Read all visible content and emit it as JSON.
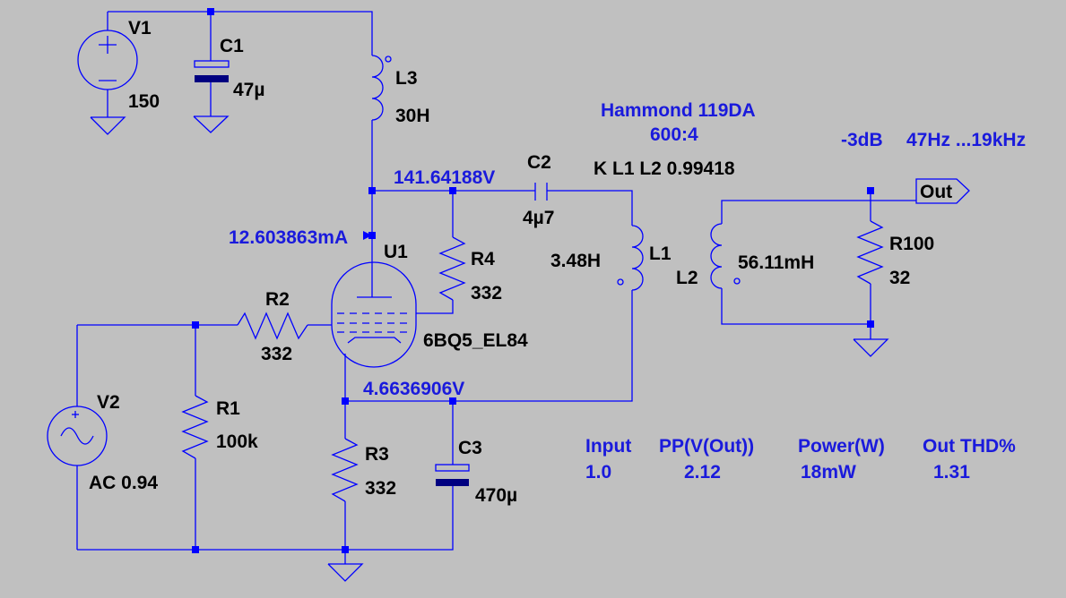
{
  "colors": {
    "background": "#c0c0c0",
    "wire": "#0000ff",
    "label_text": "#000000",
    "annotation_text": "#1a1adc",
    "cap_plate": "#000080"
  },
  "components": {
    "v1": {
      "ref": "V1",
      "value": "150"
    },
    "c1": {
      "ref": "C1",
      "value": "47µ"
    },
    "l3": {
      "ref": "L3",
      "value": "30H"
    },
    "c2": {
      "ref": "C2",
      "value": "4µ7"
    },
    "l1": {
      "ref": "L1",
      "value": "3.48H"
    },
    "l2": {
      "ref": "L2",
      "value": "56.11mH"
    },
    "r100": {
      "ref": "R100",
      "value": "32"
    },
    "u1": {
      "ref": "U1",
      "value": "6BQ5_EL84"
    },
    "r4": {
      "ref": "R4",
      "value": "332"
    },
    "r2": {
      "ref": "R2",
      "value": "332"
    },
    "r1": {
      "ref": "R1",
      "value": "100k"
    },
    "r3": {
      "ref": "R3",
      "value": "332"
    },
    "c3": {
      "ref": "C3",
      "value": "470µ"
    },
    "v2": {
      "ref": "V2",
      "value": "AC 0.94"
    }
  },
  "out_port": "Out",
  "annotations": {
    "transformer_name": "Hammond 119DA",
    "transformer_ratio": "600:4",
    "coupling": "K L1 L2  0.99418",
    "bandwidth_db": "-3dB",
    "bandwidth_range": "47Hz ...19kHz",
    "plate_voltage": "141.64188V",
    "plate_current": "12.603863mA",
    "cathode_voltage": "4.6636906V"
  },
  "results": [
    {
      "header": "Input",
      "value": "1.0"
    },
    {
      "header": "PP(V(Out))",
      "value": "2.12"
    },
    {
      "header": "Power(W)",
      "value": "18mW"
    },
    {
      "header": "Out THD%",
      "value": "1.31"
    }
  ]
}
